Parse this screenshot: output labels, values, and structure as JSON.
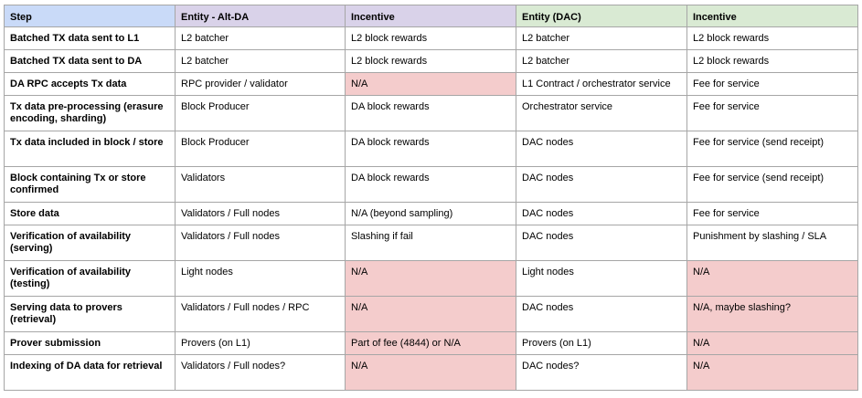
{
  "colors": {
    "step_header": "#c9daf8",
    "alt_da_header": "#d9d2e9",
    "dac_header": "#d9ead3",
    "na_highlight": "#f4cccc",
    "grid_line": "#a6a6a6"
  },
  "headers": [
    "Step",
    "Entity - Alt-DA",
    "Incentive",
    "Entity (DAC)",
    "Incentive"
  ],
  "rows": [
    {
      "step": "Batched TX data sent to L1",
      "alt_entity": "L2 batcher",
      "alt_incentive": "L2 block rewards",
      "dac_entity": "L2 batcher",
      "dac_incentive": "L2 block rewards"
    },
    {
      "step": "Batched TX data sent to DA",
      "alt_entity": "L2 batcher",
      "alt_incentive": "L2 block rewards",
      "dac_entity": "L2 batcher",
      "dac_incentive": "L2 block rewards"
    },
    {
      "step": "DA RPC accepts Tx data",
      "alt_entity": "RPC provider / validator",
      "alt_incentive": "N/A",
      "dac_entity": "L1 Contract / orchestrator service",
      "dac_incentive": "Fee for service"
    },
    {
      "step": "Tx data pre-processing (erasure encoding, sharding)",
      "alt_entity": "Block Producer",
      "alt_incentive": "DA block rewards",
      "dac_entity": "Orchestrator service",
      "dac_incentive": "Fee for service"
    },
    {
      "step": "Tx data included in block / store",
      "alt_entity": "Block Producer",
      "alt_incentive": "DA block rewards",
      "dac_entity": "DAC nodes",
      "dac_incentive": "Fee for service (send receipt)"
    },
    {
      "step": "Block containing Tx or store confirmed",
      "alt_entity": "Validators",
      "alt_incentive": "DA block rewards",
      "dac_entity": "DAC nodes",
      "dac_incentive": "Fee for service (send receipt)"
    },
    {
      "step": "Store data",
      "alt_entity": "Validators / Full nodes",
      "alt_incentive": "N/A (beyond sampling)",
      "dac_entity": "DAC nodes",
      "dac_incentive": "Fee for service"
    },
    {
      "step": "Verification of availability (serving)",
      "alt_entity": "Validators / Full nodes",
      "alt_incentive": "Slashing if fail",
      "dac_entity": "DAC nodes",
      "dac_incentive": "Punishment by slashing / SLA"
    },
    {
      "step": "Verification of availability (testing)",
      "alt_entity": "Light nodes",
      "alt_incentive": "N/A",
      "dac_entity": "Light nodes",
      "dac_incentive": "N/A"
    },
    {
      "step": "Serving data to provers (retrieval)",
      "alt_entity": "Validators / Full nodes / RPC",
      "alt_incentive": "N/A",
      "dac_entity": "DAC nodes",
      "dac_incentive": "N/A, maybe slashing?"
    },
    {
      "step": "Prover submission",
      "alt_entity": "Provers (on L1)",
      "alt_incentive": "Part of fee (4844) or N/A",
      "dac_entity": "Provers (on L1)",
      "dac_incentive": "N/A"
    },
    {
      "step": "Indexing of DA data for retrieval",
      "alt_entity": "Validators / Full nodes?",
      "alt_incentive": "N/A",
      "dac_entity": "DAC nodes?",
      "dac_incentive": "N/A"
    }
  ]
}
